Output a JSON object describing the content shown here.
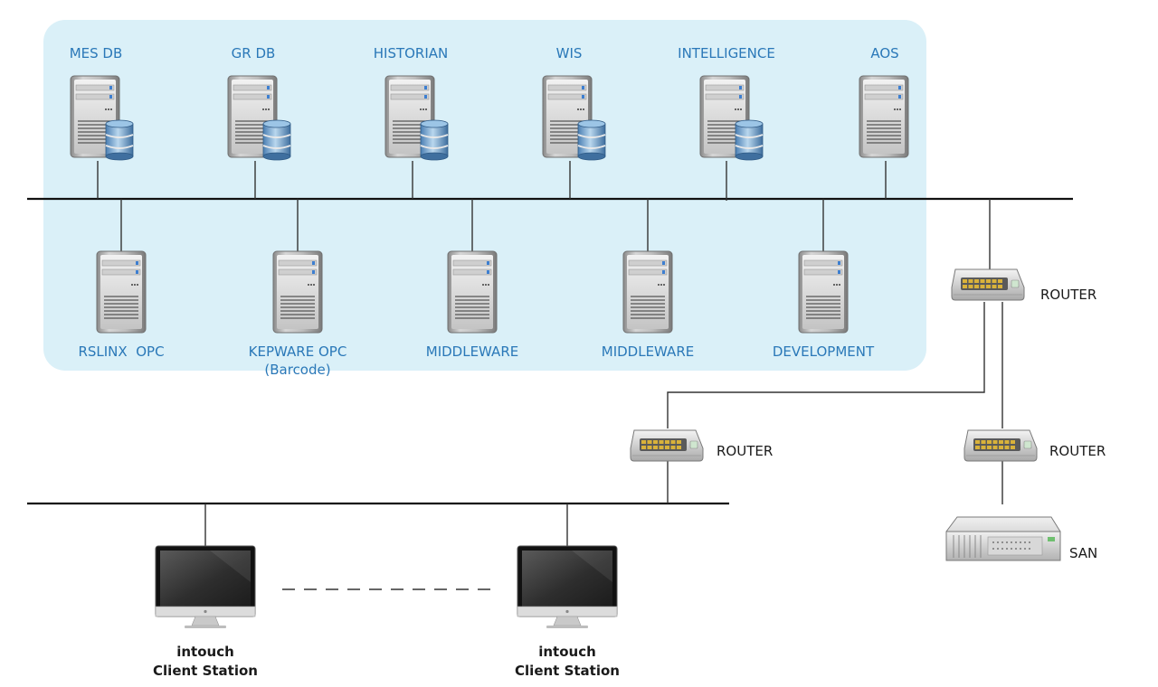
{
  "colors": {
    "zone_fill": "#daf0f8",
    "label_blue": "#2a78b8",
    "label_dark": "#1a1a1a"
  },
  "servers_top": [
    {
      "label": "MES DB",
      "icon": "database-server-icon"
    },
    {
      "label": "GR DB",
      "icon": "database-server-icon"
    },
    {
      "label": "HISTORIAN",
      "icon": "database-server-icon"
    },
    {
      "label": "WIS",
      "icon": "database-server-icon"
    },
    {
      "label": "INTELLIGENCE",
      "icon": "database-server-icon"
    },
    {
      "label": "AOS",
      "icon": "server-tower-icon"
    }
  ],
  "servers_bottom": [
    {
      "label": "RSLINX  OPC",
      "sublabel": "",
      "icon": "server-tower-icon"
    },
    {
      "label": "KEPWARE OPC",
      "sublabel": "(Barcode)",
      "icon": "server-tower-icon"
    },
    {
      "label": "MIDDLEWARE",
      "sublabel": "",
      "icon": "server-tower-icon"
    },
    {
      "label": "MIDDLEWARE",
      "sublabel": "",
      "icon": "server-tower-icon"
    },
    {
      "label": "DEVELOPMENT",
      "sublabel": "",
      "icon": "server-tower-icon"
    }
  ],
  "routers": [
    {
      "label": "ROUTER",
      "icon": "network-switch-icon"
    },
    {
      "label": "ROUTER",
      "icon": "network-switch-icon"
    },
    {
      "label": "ROUTER",
      "icon": "network-switch-icon"
    }
  ],
  "storage": {
    "label": "SAN",
    "icon": "rack-storage-icon"
  },
  "clients": [
    {
      "line1": "intouch",
      "line2": "Client Station",
      "icon": "monitor-icon"
    },
    {
      "line1": "intouch",
      "line2": "Client Station",
      "icon": "monitor-icon"
    }
  ]
}
